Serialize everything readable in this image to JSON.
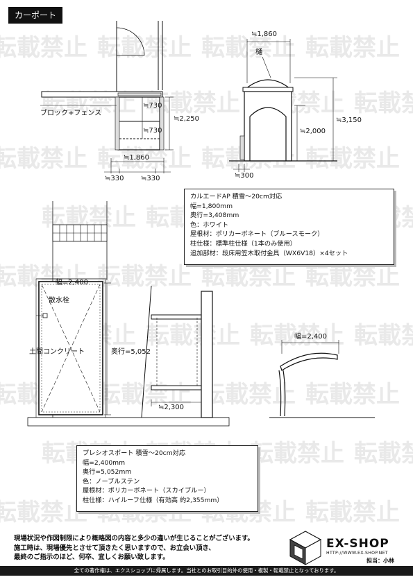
{
  "header": {
    "badge": "カーポート"
  },
  "watermark": {
    "text": "転載禁止"
  },
  "top_left_plan": {
    "label_fence": "ブロック+フェンス",
    "dim_730a": "≒730",
    "dim_730b": "≒730",
    "dim_2250": "≒2,250",
    "dim_1860": "≒1,860",
    "dim_330a": "≒330",
    "dim_330b": "≒330"
  },
  "top_right_elev": {
    "dim_1860": "≒1,860",
    "label_gutter": "樋",
    "dim_3150": "≒3,150",
    "dim_2000": "≒2,000",
    "dim_300": "≒300"
  },
  "spec_box_1": {
    "lines": [
      "カルエードAP 積雪～20cm対応",
      "幅=1,800mm",
      "奥行=3,408mm",
      "色：ホワイト",
      "屋根材：ポリカーボネート（ブルースモーク）",
      "柱仕様：標準柱仕様（1本のみ使用）",
      "追加部材：段床用笠木取付金具（WX6V18）×4セット"
    ]
  },
  "bottom_plan": {
    "dim_width": "幅=2,400",
    "label_faucet": "散水栓",
    "label_concrete": "土間コンクリート",
    "dim_depth": "奥行=5,052"
  },
  "bottom_side": {
    "dim_2300": "≒2,300"
  },
  "bottom_front": {
    "dim_width": "幅=2,400"
  },
  "spec_box_2": {
    "lines": [
      "プレシオスポート 積雪～20cm対応",
      "幅=2,400mm",
      "奥行=5,052mm",
      "色：ノーブルステン",
      "屋根材：ポリカーボネート（スカイブルー）",
      "柱仕様：ハイルーフ仕様（有効高 約2,355mm）"
    ]
  },
  "notice": {
    "lines": [
      "現場状況や作図制限により概略図の内容と多少の違いが生じることがございます。",
      "施工時は、現場優先とさせて頂きたく思いますので、お立会い頂き、",
      "最終のご指示のほど、何卒、宜しくお願い致します。"
    ]
  },
  "brand": {
    "name": "EX-SHOP",
    "url": "HTTP://WWW.EX-SHOP.NET",
    "person": "担当：小林"
  },
  "footer": {
    "text": "全ての著作権は、エクスショップに帰属します。当社とのお取引目的外の使用・複製・転載禁止となっております。"
  }
}
